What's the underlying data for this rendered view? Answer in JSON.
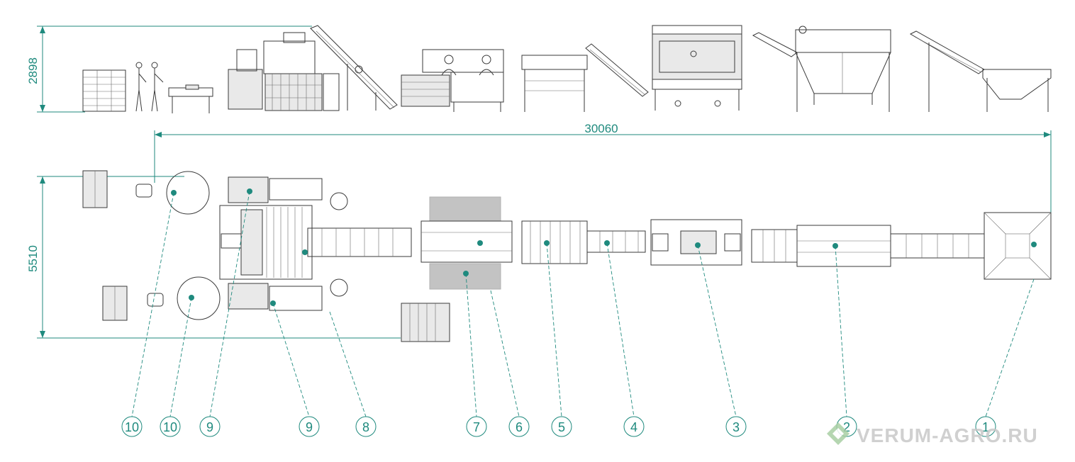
{
  "dimensions": {
    "height_side": "2898",
    "length": "30060",
    "width_plan": "5510"
  },
  "callouts": [
    "10",
    "10",
    "9",
    "9",
    "8",
    "7",
    "6",
    "5",
    "4",
    "3",
    "2",
    "1"
  ],
  "watermark": {
    "text": "VERUM-AGRO.RU",
    "color": "#c8c8c8"
  },
  "colors": {
    "accent": "#1f8a7e",
    "line": "#3a3a3a"
  }
}
